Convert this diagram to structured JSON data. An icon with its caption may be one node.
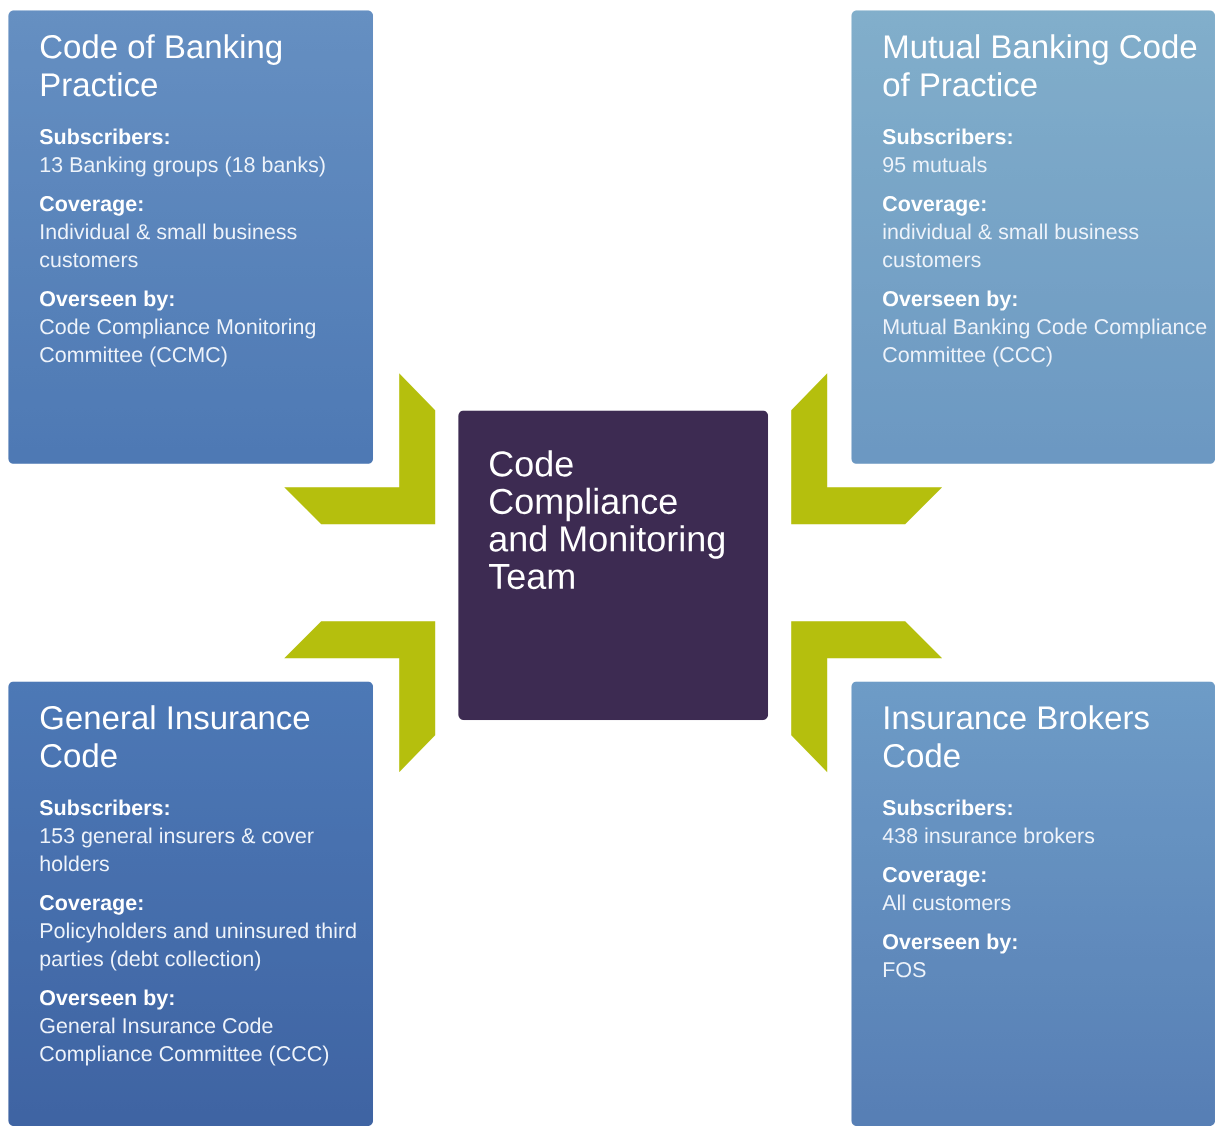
{
  "diagram": {
    "nodes": [
      {
        "text": [
          "Code of Banking Practice",
          "Subscribers:",
          "13 Banking groups (18 banks)",
          "Coverage:",
          "Individual & small business customers",
          "Overseen by:",
          "Code Compliance Monitoring Committee (CCMC)"
        ]
      },
      {
        "text": [
          "Mutual Banking Code of Practice",
          "Subscribers:",
          "95 mutuals",
          "Coverage:",
          "individual & small business customers",
          "Overseen by:",
          "Mutual Banking Code Compliance Committee (CCC)"
        ]
      },
      {
        "text": [
          "Code Compliance and Monitoring Team"
        ]
      },
      {
        "text": [
          "General Insurance Code",
          "Subscribers:",
          "153 general insurers & cover holders",
          "Coverage:",
          "Policyholders and uninsured third parties (debt collection)",
          "Overseen by:",
          "General Insurance Code Compliance Committee (CCC)"
        ]
      },
      {
        "text": [
          "Insurance Brokers Code",
          "Subscribers:",
          "438 insurance brokers",
          "Coverage:",
          "All customers",
          "Overseen by:",
          "FOS"
        ]
      }
    ],
    "edges": [
      {
        "from": 2,
        "to": 0,
        "arrow": "to"
      },
      {
        "from": 2,
        "to": 1,
        "arrow": "to"
      },
      {
        "from": 2,
        "to": 3,
        "arrow": "to"
      },
      {
        "from": 2,
        "to": 4,
        "arrow": "to"
      }
    ]
  }
}
